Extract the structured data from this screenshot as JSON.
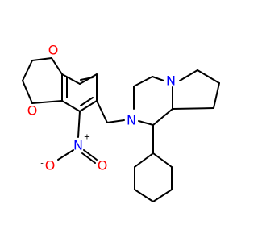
{
  "molecule": {
    "atoms": {
      "o_top": "O",
      "o_bottom": "O",
      "n_piperazine": "N",
      "n_bridge": "N",
      "n_nitro": "N",
      "o_nitro_minus": "O",
      "o_nitro_double": "O"
    },
    "charges": {
      "nitro_n": "+",
      "nitro_o": "-"
    },
    "colors": {
      "oxygen": "#FF0000",
      "nitrogen": "#0000FF",
      "bond": "#000000",
      "charge": "#000000"
    }
  }
}
